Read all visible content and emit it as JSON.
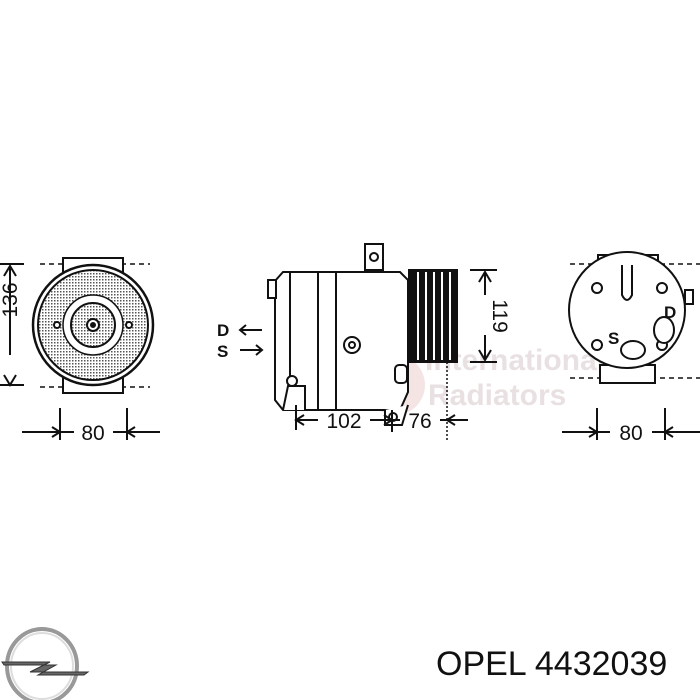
{
  "drawing": {
    "dimensions": {
      "front_height": "136",
      "front_width": "80",
      "side_body_length": "102",
      "side_pulley_length": "76",
      "side_height": "119",
      "rear_width": "80"
    },
    "port_labels": {
      "discharge": "D",
      "suction": "S"
    },
    "watermark": {
      "line1": "International",
      "line2": "Radiators"
    }
  },
  "footer": {
    "brand": "OPEL",
    "part_number": "4432039",
    "title": "OPEL 4432039",
    "logo": "opel-logo"
  }
}
